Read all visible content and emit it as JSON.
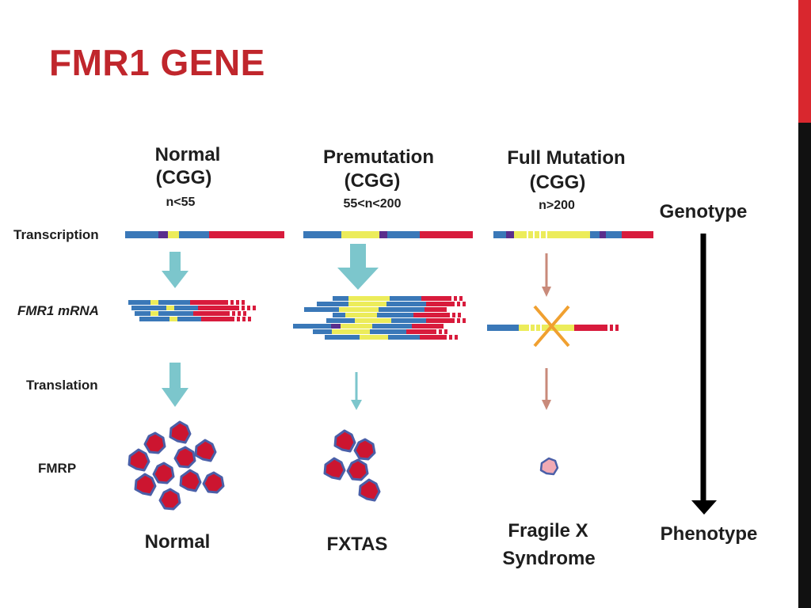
{
  "title": "FMR1 GENE",
  "colors": {
    "title": "#c0262c",
    "accent_bar": "#d9272e",
    "dark_bar": "#111111",
    "gene_blue": "#3a78b8",
    "gene_red": "#d81b3c",
    "cgg_yellow": "#ecec5a",
    "gene_purple": "#5a2e8c",
    "arrow_teal": "#7cc6cc",
    "arrow_brown": "#c98a7a",
    "block_orange": "#f0a030",
    "fmrp_red": "#cc1530",
    "fmrp_outline": "#4a5fa8",
    "fmrp_pink": "#f2aab4"
  },
  "columns": [
    {
      "heading": "Normal",
      "cgg": "(CGG)",
      "range": "n<55",
      "phenotype": "Normal"
    },
    {
      "heading": "Premutation",
      "cgg": "(CGG)",
      "range": "55<n<200",
      "phenotype": "FXTAS"
    },
    {
      "heading": "Full Mutation",
      "cgg": "(CGG)",
      "range": "n>200",
      "phenotype_line1": "Fragile X",
      "phenotype_line2": "Syndrome"
    }
  ],
  "rows": {
    "transcription": "Transcription",
    "mrna": "FMR1 mRNA",
    "translation": "Translation",
    "fmrp": "FMRP"
  },
  "axis": {
    "top": "Genotype",
    "bottom": "Phenotype"
  }
}
